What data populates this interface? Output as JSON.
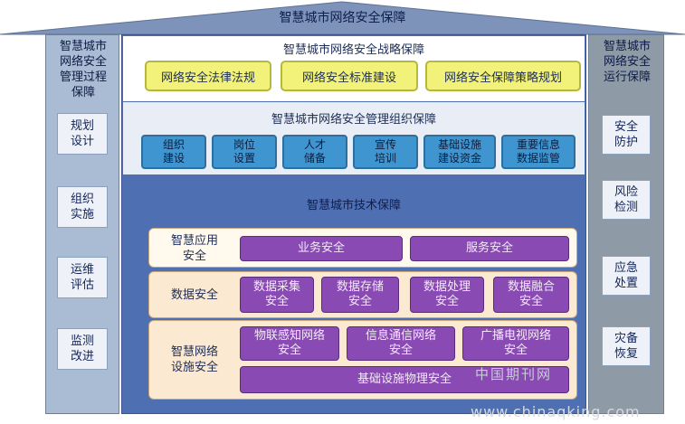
{
  "main_title": "智慧城市网络安全保障",
  "left_column": {
    "title": "智慧城市\n网络安全\n管理过程\n保障",
    "items": [
      "规划\n设计",
      "组织\n实施",
      "运维\n评估",
      "监测\n改进"
    ]
  },
  "right_column": {
    "title": "智慧城市\n网络安全\n运行保障",
    "items": [
      "安全\n防护",
      "风险\n检测",
      "应急\n处置",
      "灾备\n恢复"
    ]
  },
  "strategy": {
    "title": "智慧城市网络安全战略保障",
    "items": [
      "网络安全法律法规",
      "网络安全标准建设",
      "网络安全保障策略规划"
    ]
  },
  "management": {
    "title": "智慧城市网络安全管理组织保障",
    "items": [
      "组织\n建设",
      "岗位\n设置",
      "人才\n储备",
      "宣传\n培训",
      "基础设施\n建设资金",
      "重要信息\n数据监管"
    ]
  },
  "technology": {
    "title": "智慧城市技术保障",
    "layers": [
      {
        "label": "智慧应用\n安全",
        "items": [
          "业务安全",
          "服务安全"
        ]
      },
      {
        "label": "数据安全",
        "items": [
          "数据采集\n安全",
          "数据存储\n安全",
          "数据处理\n安全",
          "数据融合\n安全"
        ]
      },
      {
        "label": "智慧网络\n设施安全",
        "items": [
          "物联感知网络\n安全",
          "信息通信网络\n安全",
          "广播电视网络\n安全",
          "基础设施物理安全"
        ]
      }
    ]
  },
  "watermark": {
    "cn": "中国期刊网",
    "url": "www.chinaqking.com"
  },
  "colors": {
    "roof": "#7e93ba",
    "center_frame": "#4e6fb2",
    "yellow_box": "#f2f27a",
    "blue_box": "#3f95cf",
    "purple_box": "#8a4ab3",
    "layer_bg": "#fbe9d2"
  }
}
